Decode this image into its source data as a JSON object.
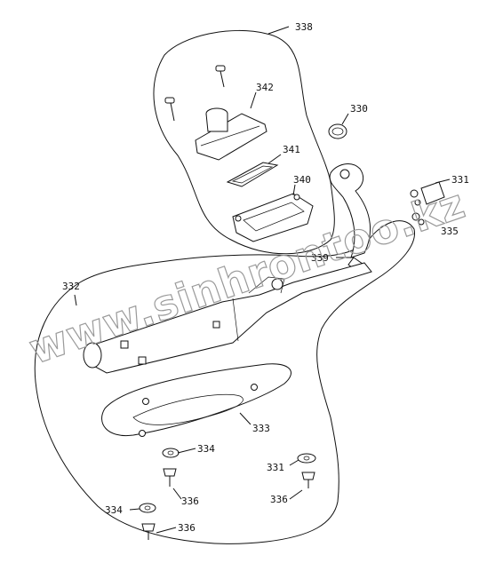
{
  "diagram": {
    "callouts": {
      "p338": "338",
      "p342": "342",
      "p330": "330",
      "p341": "341",
      "p340": "340",
      "p331": "331",
      "p335": "335",
      "p339": "339",
      "p332": "332",
      "p333": "333",
      "p334a": "334",
      "p331b": "331",
      "p336a": "336",
      "p336b": "336",
      "p334b": "334",
      "p336c": "336"
    },
    "watermark": "www.sinhrontoo.kz"
  }
}
